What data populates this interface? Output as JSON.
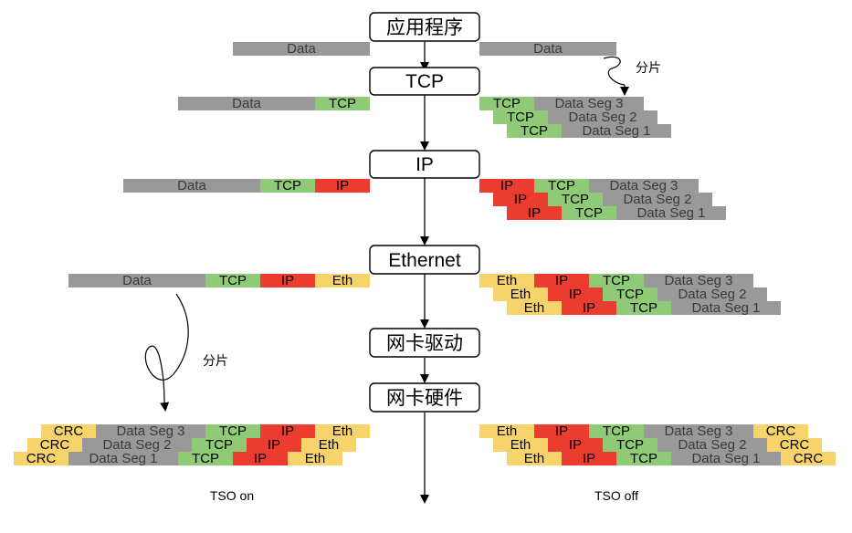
{
  "layers": {
    "app": "应用程序",
    "tcp": "TCP",
    "ip": "IP",
    "ethernet": "Ethernet",
    "driver": "网卡驱动",
    "hardware": "网卡硬件"
  },
  "segment_labels": {
    "data": "Data",
    "tcp": "TCP",
    "ip": "IP",
    "eth": "Eth",
    "crc": "CRC",
    "seg1": "Data Seg 1",
    "seg2": "Data Seg 2",
    "seg3": "Data Seg 3"
  },
  "annotations": {
    "split_top": "分片",
    "split_left": "分片",
    "tso_on": "TSO on",
    "tso_off": "TSO off"
  },
  "colors": {
    "data": "#999999",
    "tcp": "#8fca76",
    "ip": "#ec3b2f",
    "eth": "#f7d36b",
    "crc": "#f7d36b",
    "data_text": "#3a3a3a"
  }
}
